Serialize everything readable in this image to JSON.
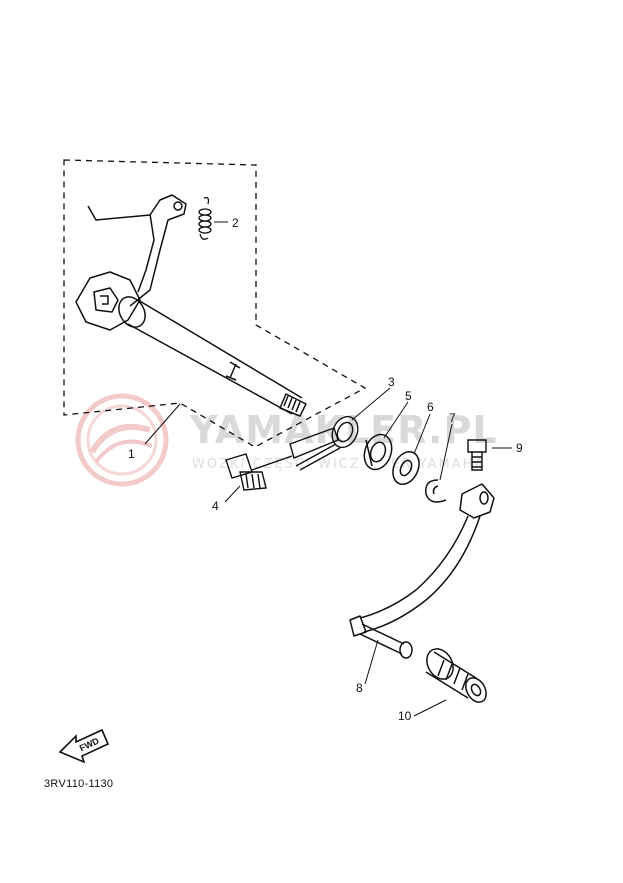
{
  "watermark": {
    "title": "YAMAKLER.PL",
    "subtitle": "WÓZKI CZĘŚCI WICZ ... ER YAMAHA"
  },
  "callouts": [
    "1",
    "2",
    "3",
    "4",
    "5",
    "6",
    "7",
    "8",
    "9",
    "10"
  ],
  "fwd_label": "FWD",
  "diagram_code": "3RV110-1130",
  "colors": {
    "line": "#111111",
    "watermark_red": "#e9a0a0",
    "watermark_gray": "#d9d9d9"
  }
}
